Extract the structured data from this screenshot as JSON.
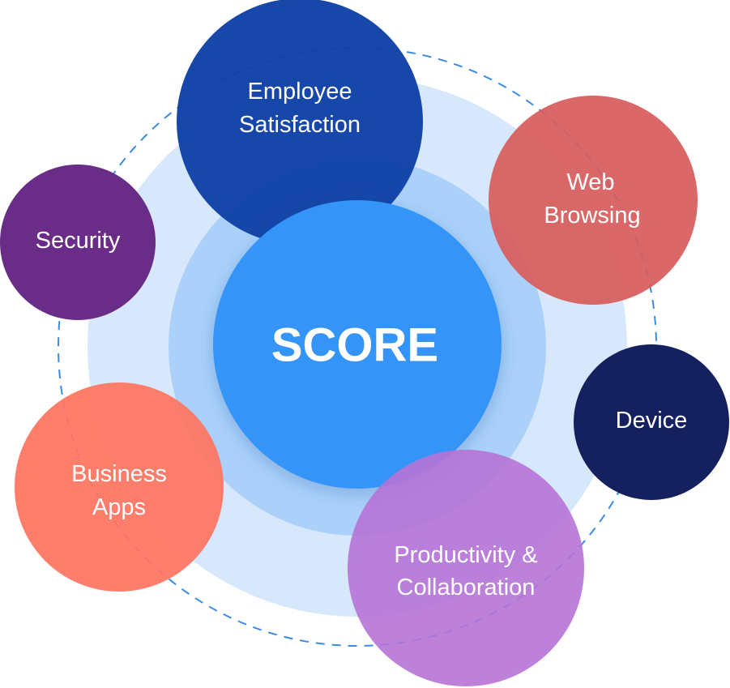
{
  "center": {
    "label": "SCORE",
    "color": "#3494f7"
  },
  "halo_colors": {
    "outer": "#d7e8fc",
    "inner": "#abd1fa"
  },
  "orbit_color": "#3b8be0",
  "factors": [
    {
      "id": "employee-satisfaction",
      "lines": [
        "Employee",
        "Satisfaction"
      ],
      "color": "#1041a6"
    },
    {
      "id": "web-browsing",
      "lines": [
        "Web",
        "Browsing"
      ],
      "color": "#d85d5d"
    },
    {
      "id": "security",
      "lines": [
        "Security"
      ],
      "color": "#692d88"
    },
    {
      "id": "device",
      "lines": [
        "Device"
      ],
      "color": "#14215e"
    },
    {
      "id": "business-apps",
      "lines": [
        "Business",
        "Apps"
      ],
      "color": "#ff7460"
    },
    {
      "id": "productivity-collaboration",
      "lines": [
        "Productivity &",
        "Collaboration"
      ],
      "color": "#b673d6"
    }
  ]
}
